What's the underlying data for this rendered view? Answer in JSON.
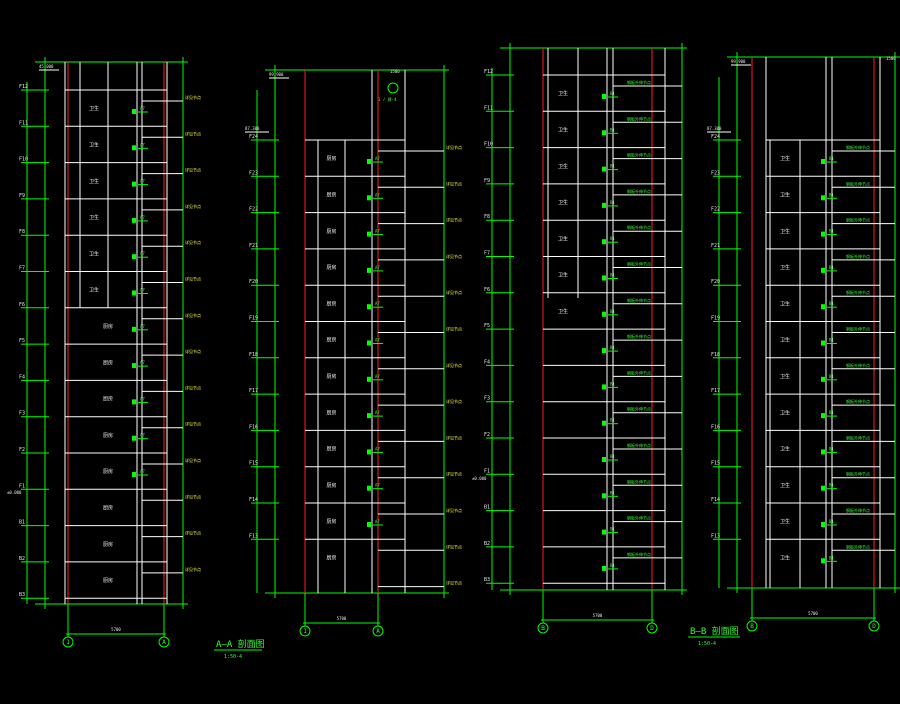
{
  "colors": {
    "background": "#000000",
    "dimension": "#00ff00",
    "wall": "#ffffff",
    "axis": "#ff2020",
    "text": "#e8e8e8",
    "green_text": "#33ff33",
    "yellow_text": "#ffff40",
    "bubble": "#00ff00"
  },
  "sections": [
    {
      "id": "a",
      "floor_labels": [
        "F12",
        "F11",
        "F10",
        "F9",
        "F8",
        "F7",
        "F6",
        "F5",
        "F4",
        "F3",
        "F2",
        "F1",
        "B1",
        "B2",
        "B3"
      ],
      "room_labels": [
        "卫生",
        "卫生",
        "卫生",
        "卫生",
        "卫生",
        "卫生",
        "厨房",
        "厨房",
        "厨房",
        "厨房",
        "厨房",
        "厨房",
        "厨房",
        "厨房"
      ],
      "tags": [
        "A7",
        "A7",
        "A7",
        "A7",
        "A7",
        "A7",
        "A7",
        "A7",
        "A7",
        "A7",
        "A7"
      ],
      "right_notes": [
        "详见节点",
        "详见节点",
        "详见节点",
        "详见节点",
        "详见节点",
        "详见节点",
        "详见节点",
        "详见节点",
        "详见节点",
        "详见节点",
        "详见节点",
        "详见节点",
        "详见节点",
        "详见节点",
        "详见节点"
      ],
      "top_level": "45.000",
      "side_marker": "±0.000",
      "bottom_dim": "5700",
      "axis_bubbles": [
        "1",
        "A"
      ]
    },
    {
      "id": "b",
      "floor_labels": [
        "F24",
        "F23",
        "F22",
        "F21",
        "F20",
        "F19",
        "F18",
        "F17",
        "F16",
        "F15",
        "F14",
        "F13"
      ],
      "room_labels": [
        "厨房",
        "厨房",
        "厨房",
        "厨房",
        "厨房",
        "厨房",
        "厨房",
        "厨房",
        "厨房",
        "厨房",
        "厨房",
        "厨房"
      ],
      "tags": [
        "A7",
        "A7",
        "A7",
        "A7",
        "A7",
        "A7",
        "A7",
        "A7",
        "A7",
        "A7",
        "A7"
      ],
      "right_notes": [
        "详见节点",
        "详见节点",
        "详见节点",
        "详见节点",
        "详见节点",
        "详见节点",
        "详见节点",
        "详见节点",
        "详见节点",
        "详见节点",
        "详见节点",
        "详见节点",
        "详见节点",
        "详见节点"
      ],
      "top_level": "99.900",
      "upper_level": "87.300",
      "detail_tag": "1 / 建-4",
      "top_dim": "1500",
      "bottom_dim": "5700",
      "axis_bubbles": [
        "1",
        "A"
      ]
    },
    {
      "id": "c",
      "floor_labels": [
        "F12",
        "F11",
        "F10",
        "F9",
        "F8",
        "F7",
        "F6",
        "F5",
        "F4",
        "F3",
        "F2",
        "F1",
        "B1",
        "B2",
        "B3"
      ],
      "room_labels": [
        "卫生",
        "卫生",
        "卫生",
        "卫生",
        "卫生",
        "卫生",
        "卫生"
      ],
      "tags": [
        "B1",
        "B1",
        "B1",
        "B1",
        "B1",
        "B1",
        "B1",
        "B1",
        "B1",
        "B1",
        "B1",
        "B1",
        "B1",
        "B1",
        "B1"
      ],
      "right_notes": [
        "钢板外伸节点",
        "钢板外伸节点",
        "钢板外伸节点",
        "钢板外伸节点",
        "钢板外伸节点",
        "钢板外伸节点",
        "钢板外伸节点",
        "钢板外伸节点",
        "钢板外伸节点",
        "钢板外伸节点",
        "钢板外伸节点",
        "钢板外伸节点",
        "钢板外伸节点",
        "钢板外伸节点"
      ],
      "side_marker": "±0.000",
      "bottom_dim": "5700",
      "axis_bubbles": [
        "B",
        "D"
      ]
    },
    {
      "id": "d",
      "floor_labels": [
        "F24",
        "F23",
        "F22",
        "F21",
        "F20",
        "F19",
        "F18",
        "F17",
        "F16",
        "F15",
        "F14",
        "F13"
      ],
      "room_labels": [
        "卫生",
        "卫生",
        "卫生",
        "卫生",
        "卫生",
        "卫生",
        "卫生",
        "卫生",
        "卫生",
        "卫生",
        "卫生",
        "卫生"
      ],
      "tags": [
        "B1",
        "B1",
        "B1",
        "B1",
        "B1",
        "B1",
        "B1",
        "B1",
        "B1",
        "B1",
        "B1",
        "B1"
      ],
      "right_notes": [
        "钢板外伸节点",
        "钢板外伸节点",
        "钢板外伸节点",
        "钢板外伸节点",
        "钢板外伸节点",
        "钢板外伸节点",
        "钢板外伸节点",
        "钢板外伸节点",
        "钢板外伸节点",
        "钢板外伸节点",
        "钢板外伸节点",
        "钢板外伸节点"
      ],
      "top_level": "99.900",
      "upper_level": "87.300",
      "top_dim": "1500",
      "bottom_dim": "5700",
      "axis_bubbles": [
        "B",
        "D"
      ]
    }
  ],
  "titles": [
    {
      "text": "A—A 剖面图",
      "scale": "1:50-4"
    },
    {
      "text": "B—B 剖面图",
      "scale": "1:50-4"
    }
  ]
}
